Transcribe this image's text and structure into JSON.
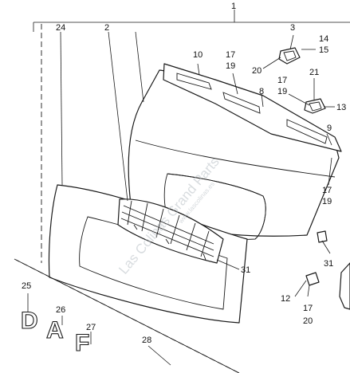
{
  "diagram": {
    "callouts": {
      "c1": "1",
      "c2": "2",
      "c3": "3",
      "c8": "8",
      "c9": "9",
      "c10": "10",
      "c12": "12",
      "c13": "13",
      "c14": "14",
      "c15": "15",
      "c17a": "17",
      "c19a": "19",
      "c17b": "17",
      "c19b": "19",
      "c17c": "17",
      "c19c": "19",
      "c17d": "17",
      "c20a": "20",
      "c20b": "20",
      "c21": "21",
      "c24": "24",
      "c25": "25",
      "c26": "26",
      "c27": "27",
      "c28": "28",
      "c31a": "31",
      "c31b": "31"
    },
    "logo": {
      "letters": [
        "D",
        "A",
        "F"
      ]
    },
    "watermark": {
      "text": "Las Colinas Grand Parts",
      "subtext": "www.lascolinas.es"
    }
  }
}
